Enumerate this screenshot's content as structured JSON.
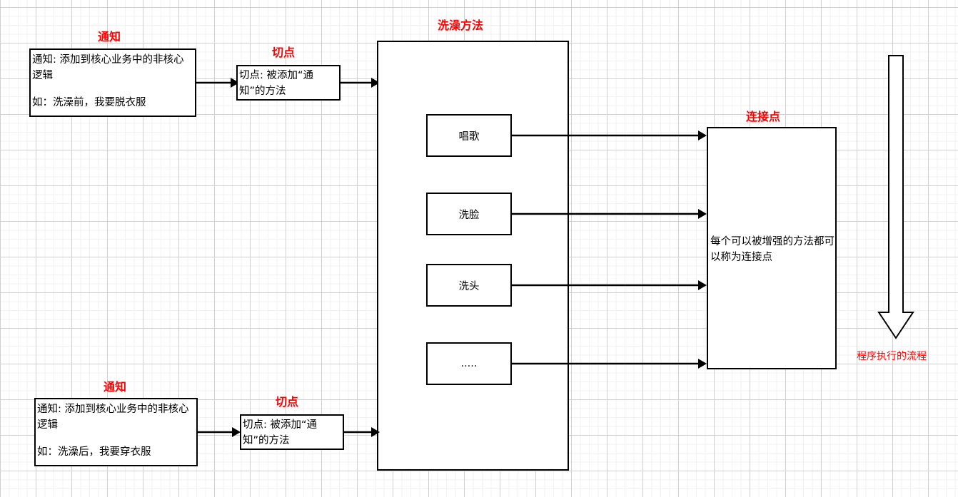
{
  "diagram": {
    "title_top_center": "洗澡方法",
    "background": "#ffffff",
    "grid_color": "#d0d0d0",
    "accent_color": "#ff0000",
    "line_color": "#000000"
  },
  "titles": {
    "advice_top": "通知",
    "pointcut_top": "切点",
    "method_box": "洗澡方法",
    "joinpoint": "连接点",
    "advice_bottom": "通知",
    "pointcut_bottom": "切点"
  },
  "boxes": {
    "advice_top": {
      "line1": "通知: 添加到核心业务中的非核心逻辑",
      "line2": "如：洗澡前，我要脱衣服"
    },
    "advice_bottom": {
      "line1": "通知: 添加到核心业务中的非核心逻辑",
      "line2": "如：洗澡后，我要穿衣服"
    },
    "pointcut_top": {
      "text": "切点: 被添加“通知”的方法"
    },
    "pointcut_bottom": {
      "text": "切点: 被添加“通知”的方法"
    },
    "joinpoint": {
      "text": "每个可以被增强的方法都可以称为连接点"
    }
  },
  "methods": [
    {
      "label": "唱歌"
    },
    {
      "label": "洗脸"
    },
    {
      "label": "洗头"
    },
    {
      "label": "....."
    }
  ],
  "flow_arrow": {
    "label": "程序执行的流程",
    "direction": "down"
  }
}
